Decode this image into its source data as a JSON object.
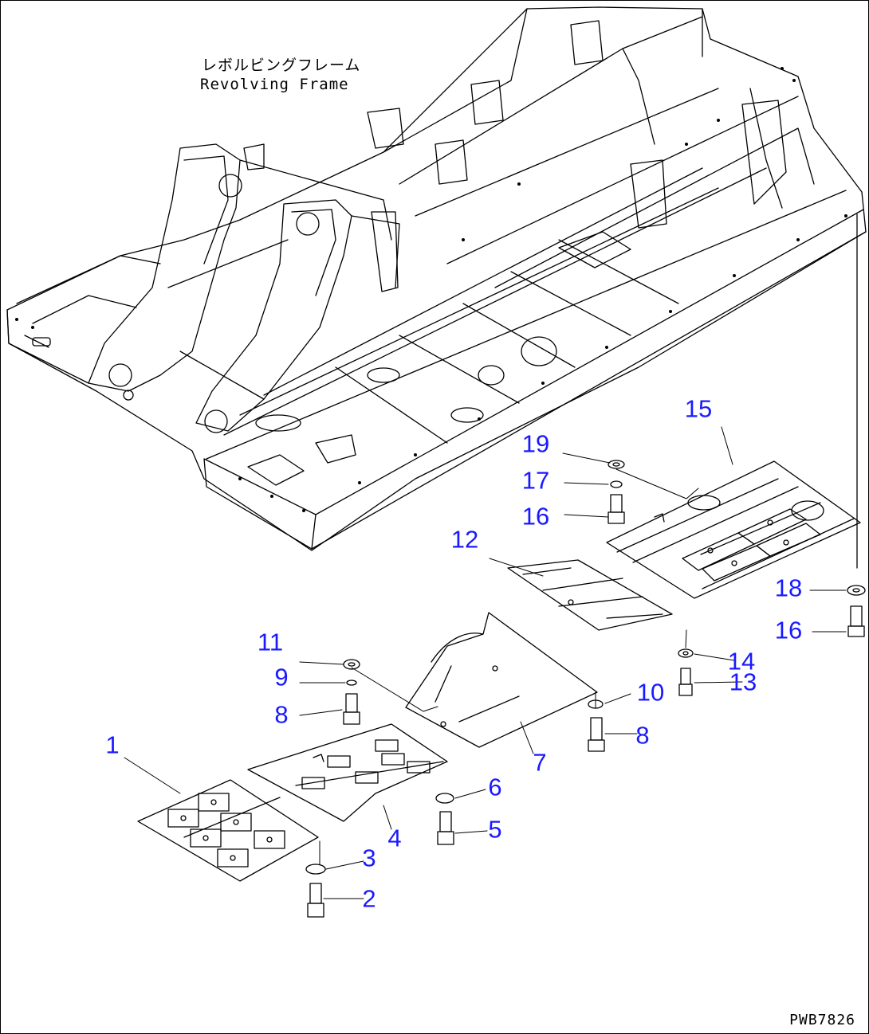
{
  "frame_label": {
    "japanese": "レボルビングフレーム",
    "english": "Revolving Frame"
  },
  "callouts": [
    {
      "id": "1",
      "text": "1"
    },
    {
      "id": "2",
      "text": "2"
    },
    {
      "id": "3",
      "text": "3"
    },
    {
      "id": "4",
      "text": "4"
    },
    {
      "id": "5",
      "text": "5"
    },
    {
      "id": "6",
      "text": "6"
    },
    {
      "id": "7",
      "text": "7"
    },
    {
      "id": "8a",
      "text": "8"
    },
    {
      "id": "8b",
      "text": "8"
    },
    {
      "id": "9",
      "text": "9"
    },
    {
      "id": "10",
      "text": "10"
    },
    {
      "id": "11",
      "text": "11"
    },
    {
      "id": "12",
      "text": "12"
    },
    {
      "id": "13",
      "text": "13"
    },
    {
      "id": "14",
      "text": "14"
    },
    {
      "id": "15",
      "text": "15"
    },
    {
      "id": "16a",
      "text": "16"
    },
    {
      "id": "16b",
      "text": "16"
    },
    {
      "id": "17",
      "text": "17"
    },
    {
      "id": "18",
      "text": "18"
    },
    {
      "id": "19",
      "text": "19"
    }
  ],
  "drawing_code": "PWB7826",
  "colors": {
    "callout": "#1a1aff",
    "line": "#000000",
    "background": "#ffffff"
  }
}
